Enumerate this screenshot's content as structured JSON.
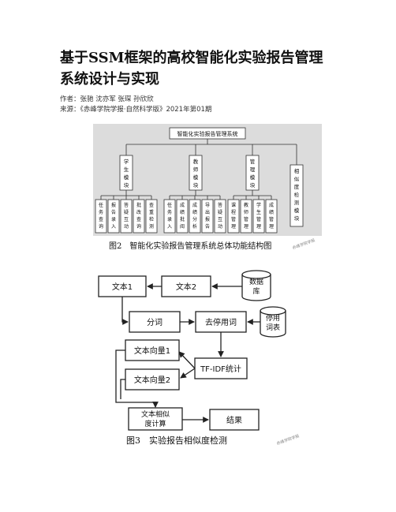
{
  "title_line1": "基于SSM框架的高校智能化实验报告管理",
  "title_line2": "系统设计与实现",
  "authors": "作者：张驰 沈亦军 张琛 孙欣欣",
  "source": "来源：《赤峰学院学报·自然科学版》2021年第01期",
  "fig1": {
    "root": "智能化实验报告管理系统",
    "modules": [
      "学生模块",
      "教师模块",
      "管理模块",
      "相似度检测模块"
    ],
    "student_sub": [
      "任务查询",
      "报告录入",
      "答疑互动",
      "批改查询",
      "查重检测"
    ],
    "teacher_sub": [
      "任务录入",
      "成绩批阅",
      "成绩分析",
      "导出报告",
      "答疑互动"
    ],
    "admin_sub": [
      "课程管理",
      "教师管理",
      "学生管理",
      "成绩管理"
    ],
    "caption": "图2　智能化实验报告管理系统总体功能结构图",
    "watermark": "赤峰学院学报"
  },
  "fig2": {
    "nodes": {
      "text1": "文本1",
      "text2": "文本2",
      "db": "数据库",
      "seg": "分词",
      "stop": "去停用词",
      "stopdict": "停用词表",
      "vec1": "文本向量1",
      "vec2": "文本向量2",
      "tfidf": "TF-IDF统计",
      "simcalc": "文本相似度计算",
      "result": "结果"
    },
    "caption": "图3　实验报告相似度检测",
    "watermark": "赤峰学院学报"
  }
}
